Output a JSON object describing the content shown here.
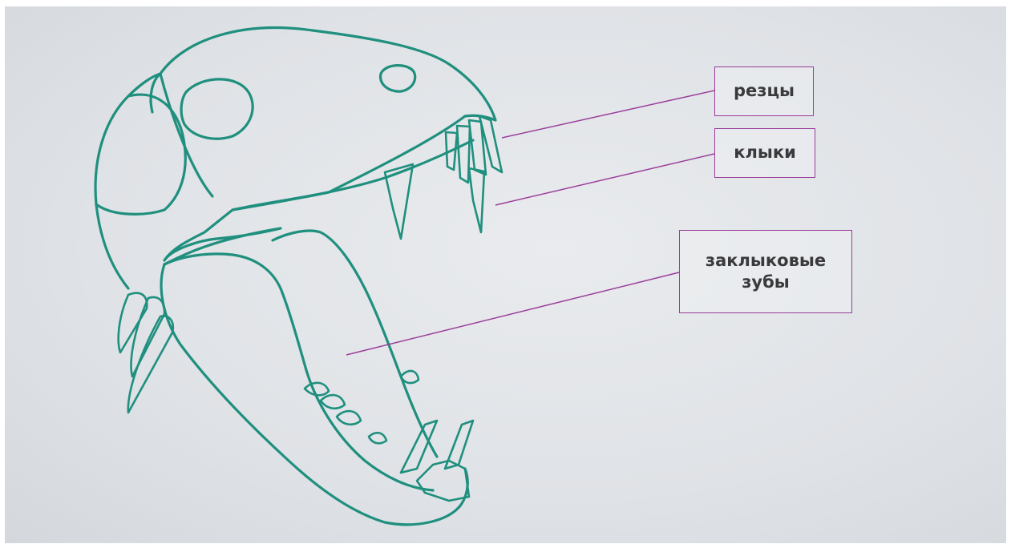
{
  "diagram": {
    "labels": {
      "incisors": "резцы",
      "canines": "клыки",
      "molars_line1": "заклыковые",
      "molars_line2": "зубы"
    },
    "colors": {
      "outline": "#1f8f7e",
      "leader": "#9a3d9a",
      "text": "#3a3a3c"
    }
  }
}
